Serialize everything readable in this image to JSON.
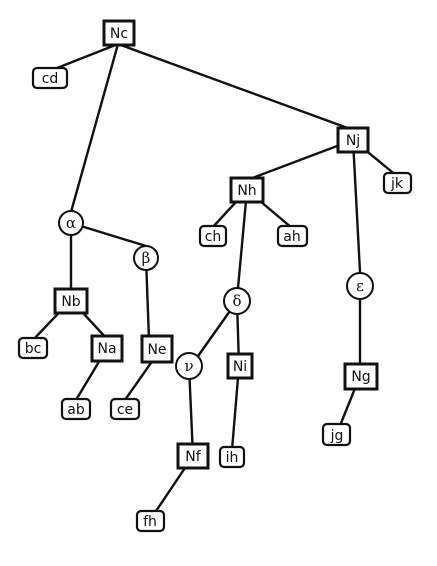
{
  "nodes": {
    "nc": "Nc",
    "cd": "cd",
    "nj": "Nj",
    "jk": "jk",
    "nh": "Nh",
    "ch": "ch",
    "ah": "ah",
    "alpha": "α",
    "beta": "β",
    "delta": "δ",
    "epsilon": "ε",
    "nu": "ν",
    "nb": "Nb",
    "bc": "bc",
    "na": "Na",
    "ab": "ab",
    "ne": "Ne",
    "ce": "ce",
    "ni": "Ni",
    "ih": "ih",
    "nf": "Nf",
    "fh": "fh",
    "ng": "Ng",
    "jg": "jg"
  }
}
